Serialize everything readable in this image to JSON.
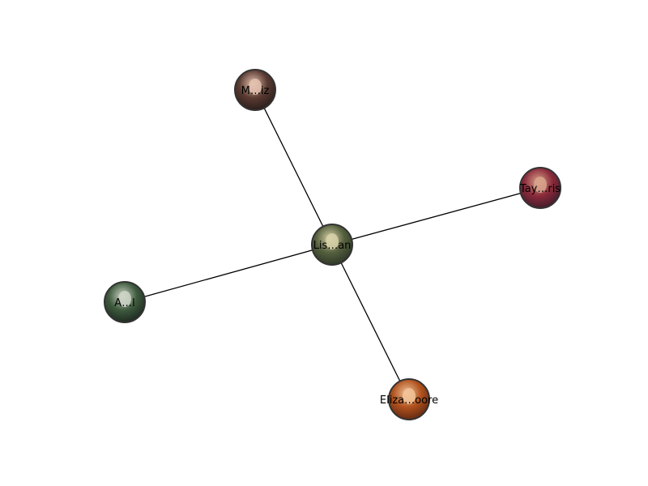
{
  "graph": {
    "nodes": [
      {
        "id": "center",
        "label": "Lis…an",
        "colors": [
          "#d9d2a8",
          "#55603e",
          "#2a3326"
        ]
      },
      {
        "id": "top",
        "label": "M…iz",
        "colors": [
          "#e5c2b0",
          "#5a3b32",
          "#241a18"
        ]
      },
      {
        "id": "right",
        "label": "Tay…ris",
        "colors": [
          "#d9a48c",
          "#8a2a3a",
          "#3a1a2a"
        ]
      },
      {
        "id": "left",
        "label": "A…l",
        "colors": [
          "#cfd6c8",
          "#3e5a3e",
          "#1a241c"
        ]
      },
      {
        "id": "bottom",
        "label": "Eliza…oore",
        "colors": [
          "#f2c49a",
          "#b0521e",
          "#5a2410"
        ]
      }
    ],
    "edges": [
      {
        "from": "center",
        "to": "top"
      },
      {
        "from": "center",
        "to": "right"
      },
      {
        "from": "center",
        "to": "left"
      },
      {
        "from": "center",
        "to": "bottom"
      }
    ]
  }
}
